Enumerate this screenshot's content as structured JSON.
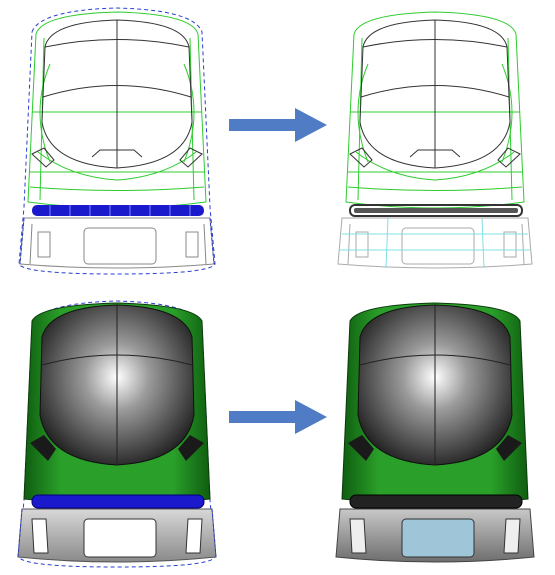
{
  "figure": {
    "panels": [
      {
        "id": "wire-before",
        "render": "wireframe",
        "highlight_color": "#1a1acc",
        "lamp_state": "selected"
      },
      {
        "id": "wire-after",
        "render": "wireframe",
        "highlight_color": "#333333",
        "lamp_state": "modified"
      },
      {
        "id": "shaded-before",
        "render": "shaded",
        "highlight_color": "#1a1acc",
        "lamp_state": "selected"
      },
      {
        "id": "shaded-after",
        "render": "shaded",
        "highlight_color": "#222222",
        "lamp_state": "modified"
      }
    ],
    "arrows": [
      {
        "id": "transform-arrow-top",
        "direction": "right",
        "color": "#4f7cc4"
      },
      {
        "id": "transform-arrow-bottom",
        "direction": "right",
        "color": "#4f7cc4"
      }
    ],
    "colors": {
      "wire_green": "#2ecc2e",
      "body_green": "#1f8a1f",
      "wire_blue": "#2a3fd0",
      "arrow_blue": "#4f7cc4"
    }
  }
}
